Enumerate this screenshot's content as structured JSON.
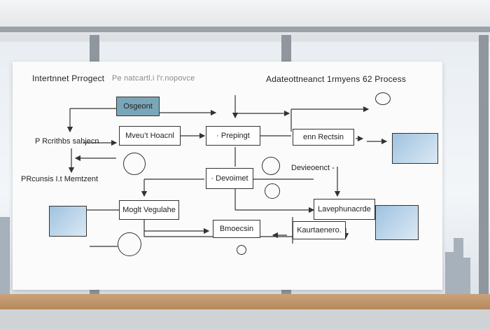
{
  "titles": {
    "left": "Intertnnet Prrogect",
    "left_faint": "Pe natcartl.i l'r.nopovce",
    "right": "Adateottneanct 1rmyens 62 Process"
  },
  "nodes": {
    "osgeont": "Osgeont",
    "mveut_hoacn": "Mveu’t Hoacnl",
    "prepingt": "· Prepingt",
    "enn_recisin": "enn Rectsin",
    "devoinemt": "· Devoimet",
    "moglt_vegulahe": "Moglt Vegulahe",
    "laverphunacrde": "Lavephunacrde",
    "bmoecsin": "Bmoecsin",
    "kaurtaeneru": "Kaurtaenero."
  },
  "labels": {
    "prcrlthbs_sahjecn": "P Rcrithbs sahjecn",
    "prcunsis_mentment": "PRcunsis I.t Memtzent",
    "devieoenct": "Devieoenct -"
  },
  "icons": [
    "tablet-icon",
    "headset-icon",
    "lightbulb-icon",
    "sunflower-icon",
    "rocket-icon",
    "penguin-icon",
    "chart-icon",
    "cloud-icon"
  ]
}
